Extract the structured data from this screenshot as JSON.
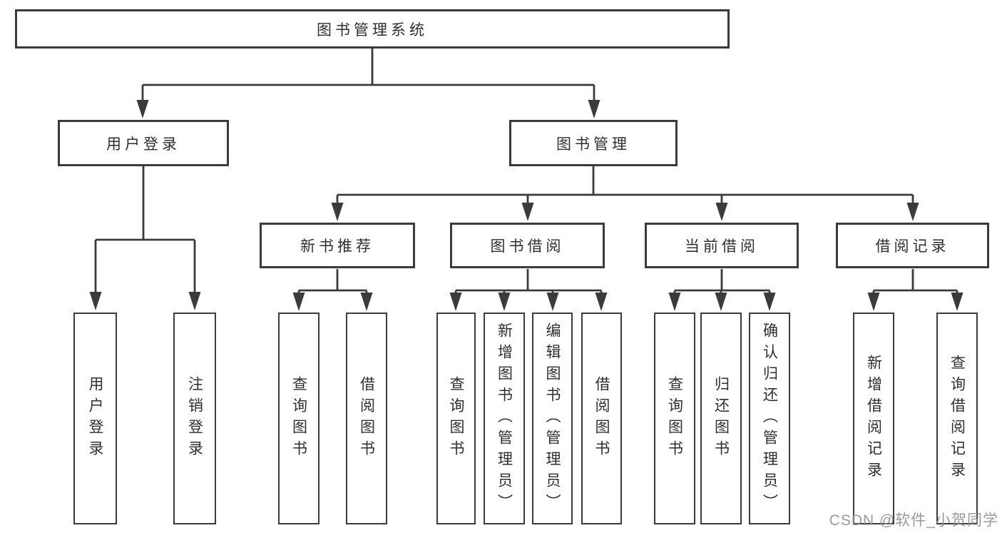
{
  "diagram": {
    "root": {
      "label": "图书管理系统"
    },
    "level1": {
      "user_login": {
        "label": "用户登录"
      },
      "book_management": {
        "label": "图书管理"
      }
    },
    "level2": {
      "new_book": {
        "label": "新书推荐"
      },
      "book_borrow": {
        "label": "图书借阅"
      },
      "current_borrow": {
        "label": "当前借阅"
      },
      "borrow_record": {
        "label": "借阅记录"
      }
    },
    "leaves": {
      "user_login": [
        "用户登录",
        "注销登录"
      ],
      "new_book": [
        "查询图书",
        "借阅图书"
      ],
      "book_borrow": [
        "查询图书",
        "新增图书（管理员）",
        "编辑图书（管理员）",
        "借阅图书"
      ],
      "current_borrow": [
        "查询图书",
        "归还图书",
        "确认归还（管理员）"
      ],
      "borrow_record": [
        "新增借阅记录",
        "查询借阅记录"
      ]
    },
    "watermark": "CSDN @软件_小贺同学",
    "colors": {
      "line": "#3b3b3b",
      "text": "#2f2f2f",
      "watermark": "#919191",
      "background": "#ffffff"
    }
  }
}
